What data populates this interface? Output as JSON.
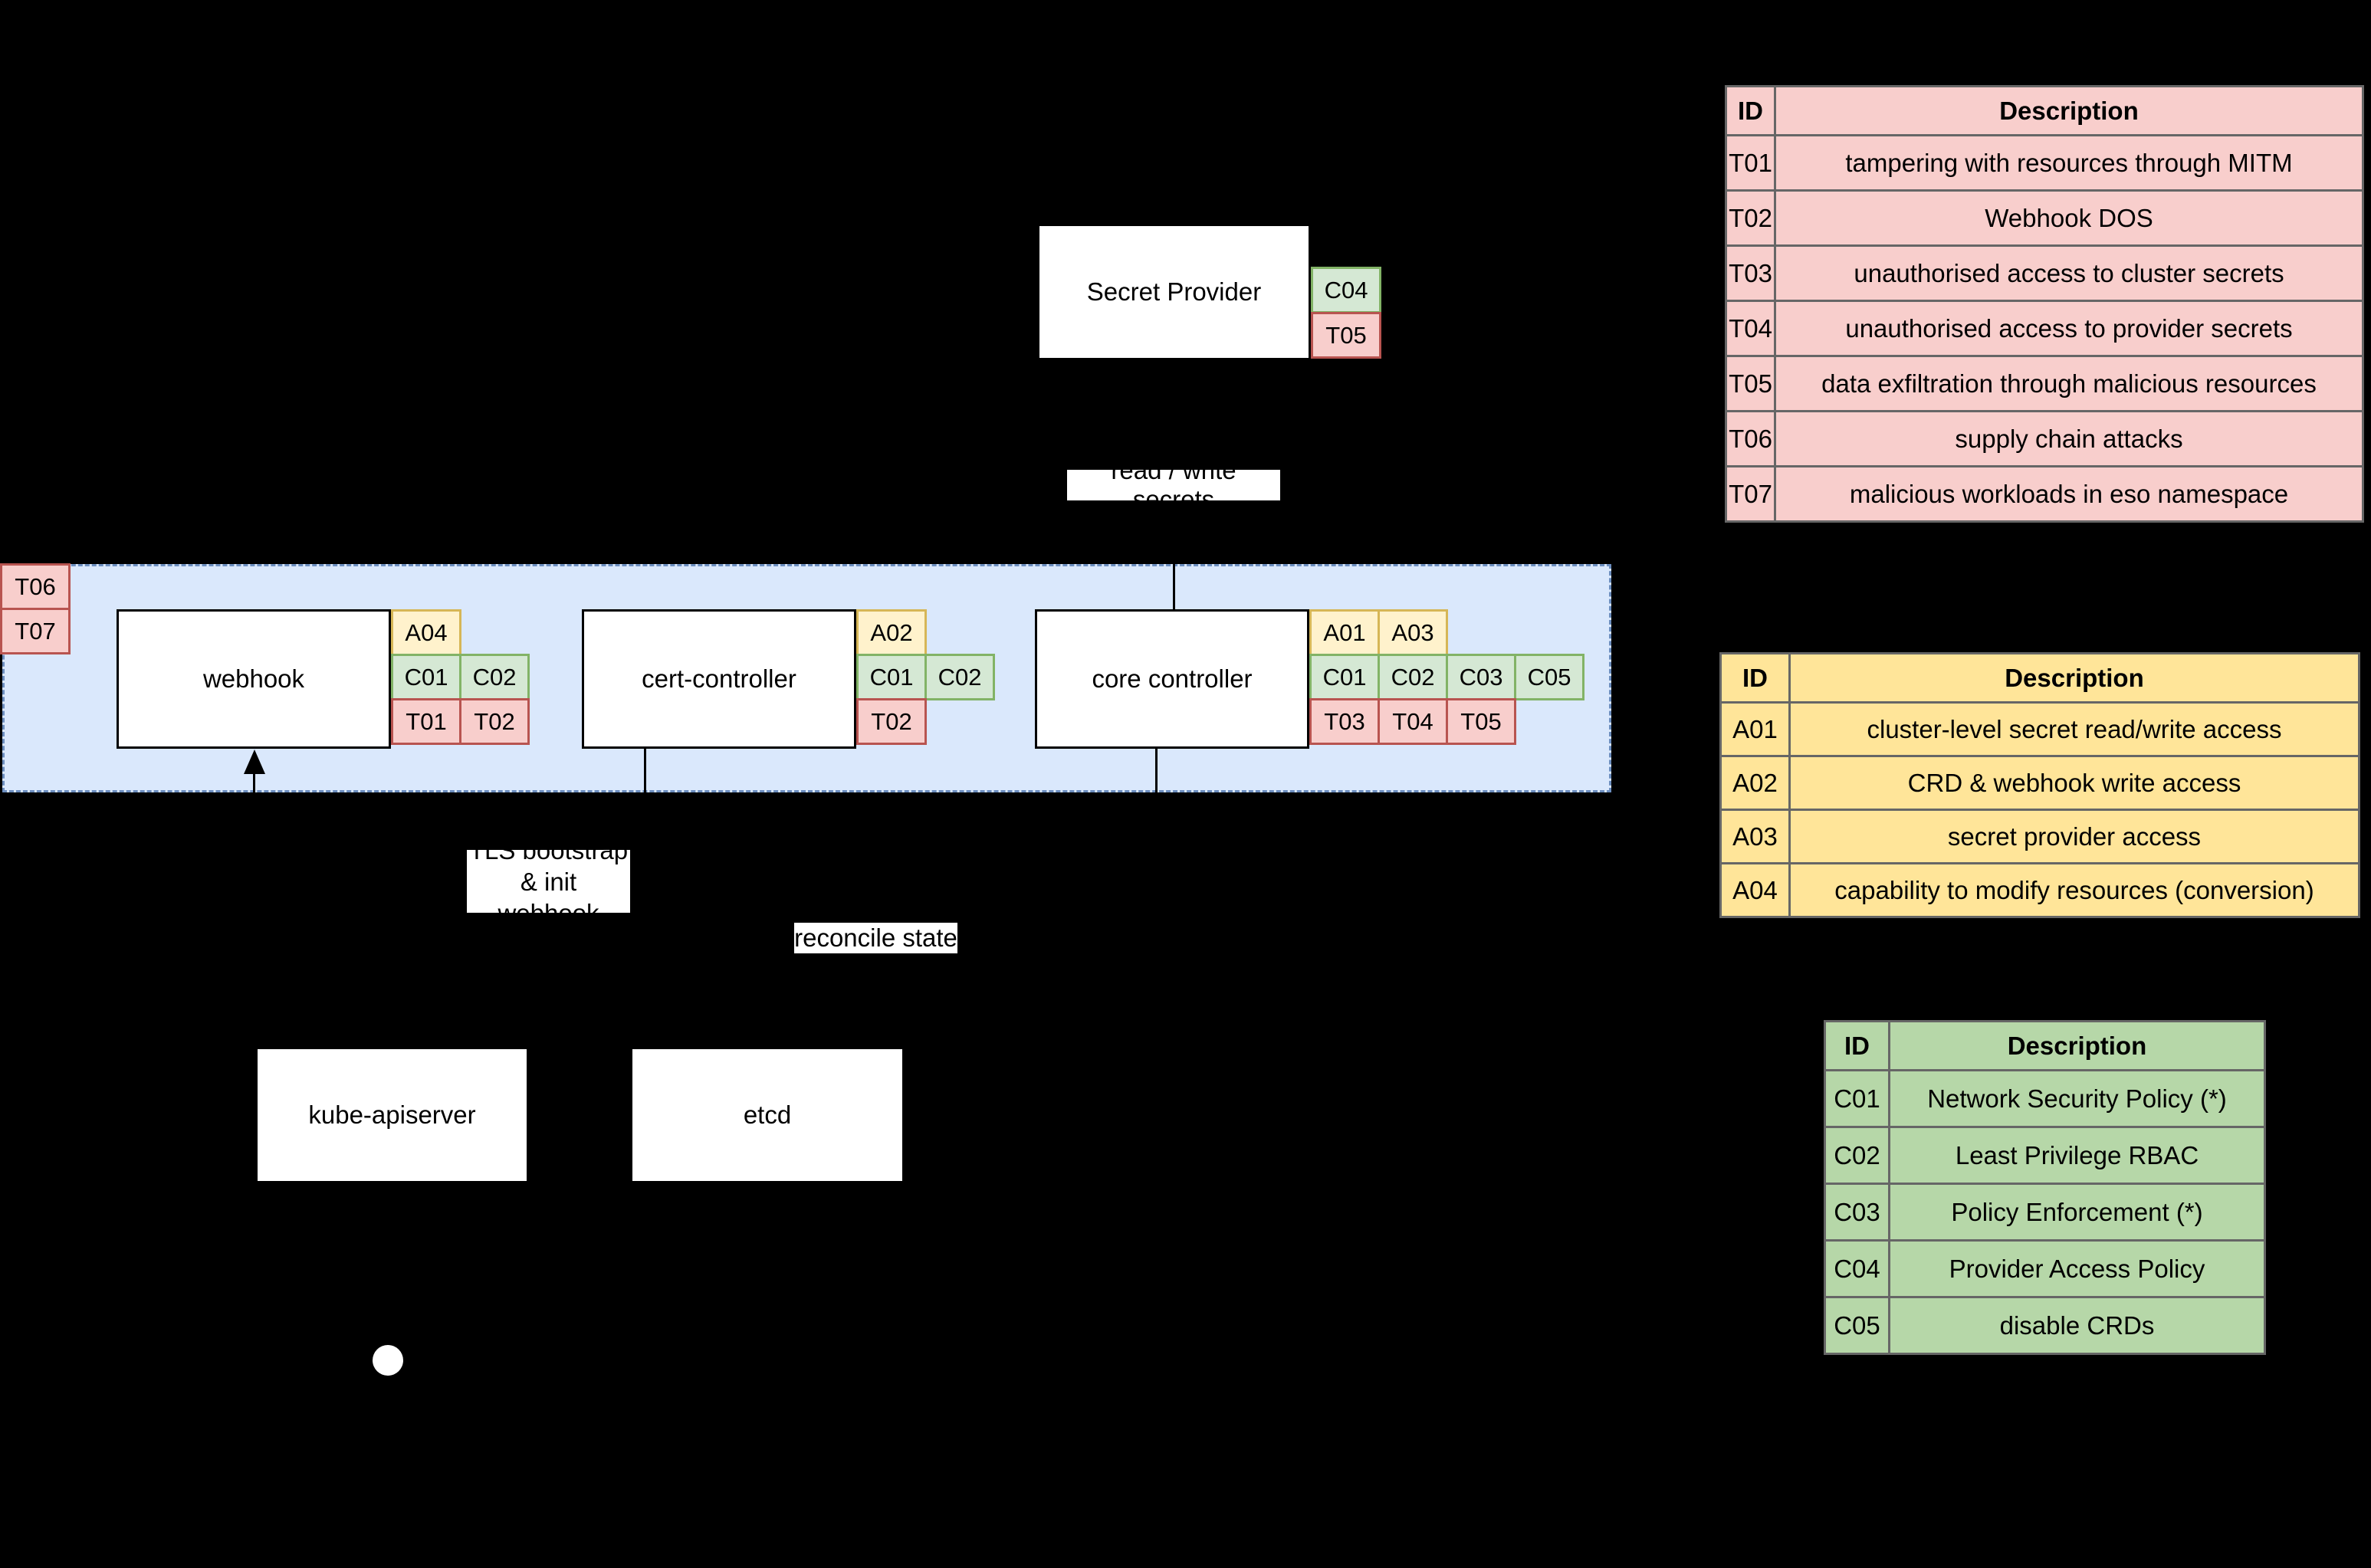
{
  "colors": {
    "background": "#000000",
    "namespace_fill": "#dae8fc",
    "namespace_border": "#6c8ebf",
    "threat_fill": "#f8cecc",
    "threat_border": "#b85450",
    "access_fill": "#fff2cc",
    "access_border": "#d6b656",
    "control_fill": "#d5e8d4",
    "control_border": "#82b366",
    "threat_table_fill": "#f8cecc",
    "access_table_fill": "#ffe599",
    "control_table_fill": "#b6d7a8",
    "table_border": "#666666"
  },
  "diagram": {
    "nodes": {
      "secret_provider": {
        "label": "Secret Provider",
        "control_tags": [
          "C04"
        ],
        "threat_tags": [
          "T05"
        ]
      },
      "webhook": {
        "label": "webhook",
        "access_tags": [
          "A04"
        ],
        "control_tags": [
          "C01",
          "C02"
        ],
        "threat_tags": [
          "T01",
          "T02"
        ]
      },
      "cert_controller": {
        "label": "cert-controller",
        "access_tags": [
          "A02"
        ],
        "control_tags": [
          "C01",
          "C02"
        ],
        "threat_tags": [
          "T02"
        ]
      },
      "core_controller": {
        "label": "core controller",
        "access_tags": [
          "A01",
          "A03"
        ],
        "control_tags": [
          "C01",
          "C02",
          "C03",
          "C05"
        ],
        "threat_tags": [
          "T03",
          "T04",
          "T05"
        ]
      },
      "kube_apiserver": {
        "label": "kube-apiserver"
      },
      "etcd": {
        "label": "etcd"
      }
    },
    "namespace_threat_tags": [
      "T06",
      "T07"
    ],
    "edge_labels": {
      "read_write_secrets": "read / write secrets",
      "tls_bootstrap_line1": "TLS bootstrap",
      "tls_bootstrap_line2": "& init webhook",
      "reconcile_state": "reconcile state"
    }
  },
  "tables": {
    "threats": {
      "headers": [
        "ID",
        "Description"
      ],
      "rows": [
        [
          "T01",
          "tampering with resources through MITM"
        ],
        [
          "T02",
          "Webhook DOS"
        ],
        [
          "T03",
          "unauthorised access to cluster secrets"
        ],
        [
          "T04",
          "unauthorised access to provider secrets"
        ],
        [
          "T05",
          "data exfiltration through malicious resources"
        ],
        [
          "T06",
          "supply chain attacks"
        ],
        [
          "T07",
          "malicious workloads in eso namespace"
        ]
      ]
    },
    "access": {
      "headers": [
        "ID",
        "Description"
      ],
      "rows": [
        [
          "A01",
          "cluster-level secret read/write access"
        ],
        [
          "A02",
          "CRD & webhook write access"
        ],
        [
          "A03",
          "secret provider access"
        ],
        [
          "A04",
          "capability to modify resources (conversion)"
        ]
      ]
    },
    "controls": {
      "headers": [
        "ID",
        "Description"
      ],
      "rows": [
        [
          "C01",
          "Network Security Policy (*)"
        ],
        [
          "C02",
          "Least Privilege RBAC"
        ],
        [
          "C03",
          "Policy Enforcement (*)"
        ],
        [
          "C04",
          "Provider Access Policy"
        ],
        [
          "C05",
          "disable CRDs"
        ]
      ]
    }
  }
}
